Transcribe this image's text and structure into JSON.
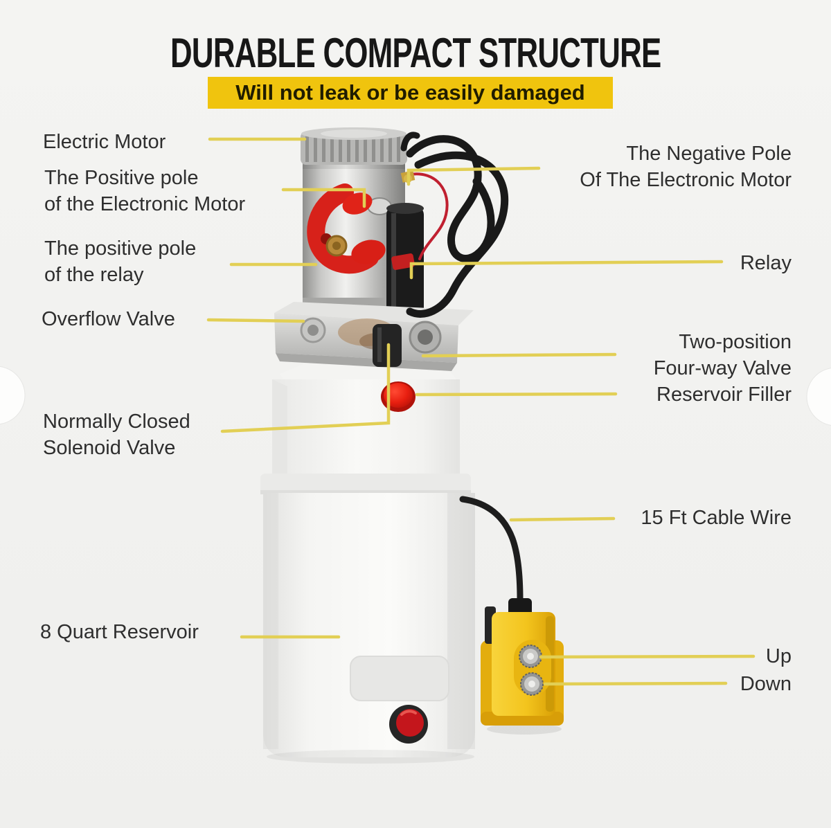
{
  "title": "DURABLE COMPACT STRUCTURE",
  "banner": "Will not leak or be easily damaged",
  "callouts": {
    "electric_motor": "Electric Motor",
    "positive_pole_motor": "The Positive pole\nof the Electronic Motor",
    "positive_pole_relay": "The positive pole\nof the relay",
    "overflow_valve": "Overflow Valve",
    "nc_solenoid_valve": "Normally Closed\nSolenoid Valve",
    "quart_reservoir": "8 Quart Reservoir",
    "negative_pole_motor": "The Negative Pole\nOf The Electronic Motor",
    "relay": "Relay",
    "four_way_valve": "Two-position\nFour-way Valve",
    "reservoir_filler": "Reservoir Filler",
    "cable_wire": "15 Ft Cable Wire",
    "up": "Up",
    "down": "Down"
  },
  "colors": {
    "background": "#f1f1ef",
    "title_text": "#171717",
    "banner_bg": "#f0c40e",
    "banner_text": "#201c00",
    "label_text": "#2e2e2e",
    "leader_line": "#e2cf55",
    "accent_red": "#d9201a",
    "pendant_yellow": "#f3c41d"
  }
}
